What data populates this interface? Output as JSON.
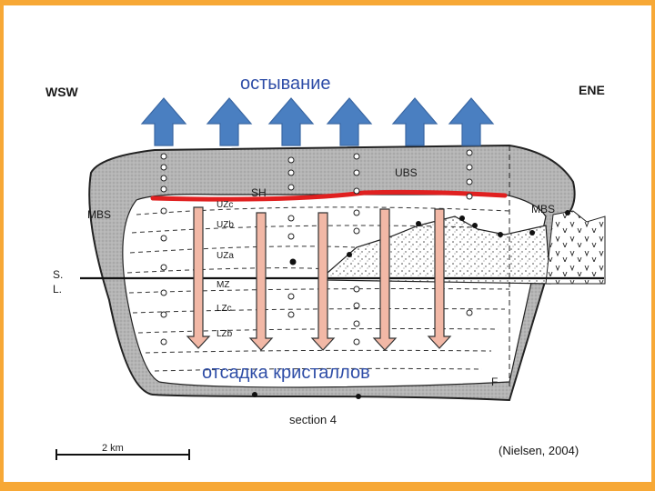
{
  "diagram": {
    "label_cooling": "остывание",
    "label_settling": "отсадка кристаллов",
    "citation": "(Nielsen, 2004)",
    "direction_left": "WSW",
    "direction_right": "ENE",
    "sea_level_s": "S.",
    "sea_level_l": "L.",
    "units": {
      "mbs_left": "MBS",
      "mbs_right": "MBS",
      "ubs": "UBS",
      "sh": "SH",
      "uzc": "UZc",
      "uzb": "UZb",
      "uza": "UZa",
      "mz": "MZ",
      "lzc": "LZc",
      "lzb": "LZb"
    },
    "fault_label": "F",
    "section_label": "section 4",
    "scale_label": "2 km"
  },
  "colors": {
    "arrow": "#4A7FC1",
    "arrow_edge": "#3A67A3",
    "highlight_line": "#E02020",
    "border_accent": "#F7A836",
    "text_blue": "#2E4DA7"
  }
}
